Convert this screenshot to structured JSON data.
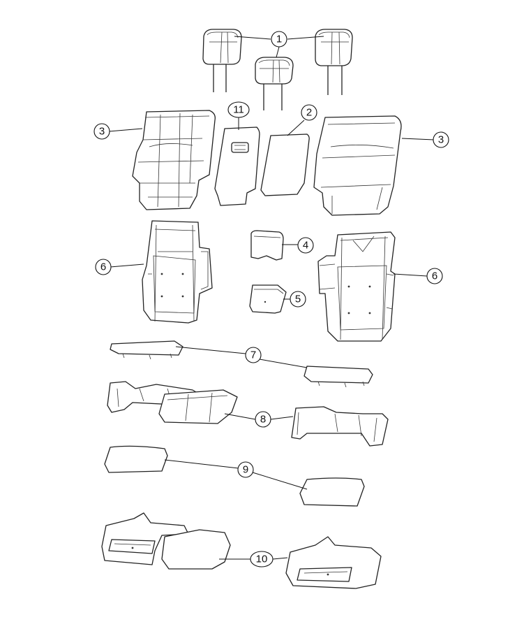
{
  "callouts": [
    {
      "id": "headrest",
      "label": "1"
    },
    {
      "id": "pad",
      "label": "2"
    },
    {
      "id": "back-cover-left",
      "label": "3"
    },
    {
      "id": "back-cover-right",
      "label": "3"
    },
    {
      "id": "bezel-upper",
      "label": "4"
    },
    {
      "id": "bezel-lower",
      "label": "5"
    },
    {
      "id": "back-frame-left",
      "label": "6"
    },
    {
      "id": "back-frame-right",
      "label": "6"
    },
    {
      "id": "cushion-pad-bottom",
      "label": "7"
    },
    {
      "id": "cushion-frame",
      "label": "8"
    },
    {
      "id": "cushion-foam",
      "label": "9"
    },
    {
      "id": "cushion-cover",
      "label": "10"
    },
    {
      "id": "armrest-panel",
      "label": "11"
    }
  ]
}
